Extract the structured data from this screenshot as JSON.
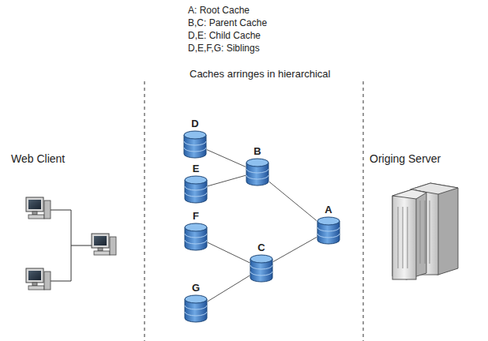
{
  "diagram": {
    "nodes": [
      {
        "text": [
          "D"
        ]
      },
      {
        "text": [
          "E"
        ]
      },
      {
        "text": [
          "B"
        ]
      },
      {
        "text": [
          "F"
        ]
      },
      {
        "text": [
          "G"
        ]
      },
      {
        "text": [
          "C"
        ]
      },
      {
        "text": [
          "A"
        ]
      }
    ],
    "edges": [
      {
        "from": 0,
        "to": 2,
        "arrow": "none"
      },
      {
        "from": 1,
        "to": 2,
        "arrow": "none"
      },
      {
        "from": 3,
        "to": 5,
        "arrow": "none"
      },
      {
        "from": 4,
        "to": 5,
        "arrow": "none"
      },
      {
        "from": 2,
        "to": 6,
        "arrow": "none"
      },
      {
        "from": 5,
        "to": 6,
        "arrow": "none"
      }
    ],
    "labels": [
      "A: Root Cache",
      "B,C: Parent Cache",
      "D,E: Child Cache",
      "D,E,F,G: Siblings",
      "Caches arringes in hierarchical",
      "Web Client",
      "Origing Server"
    ]
  }
}
